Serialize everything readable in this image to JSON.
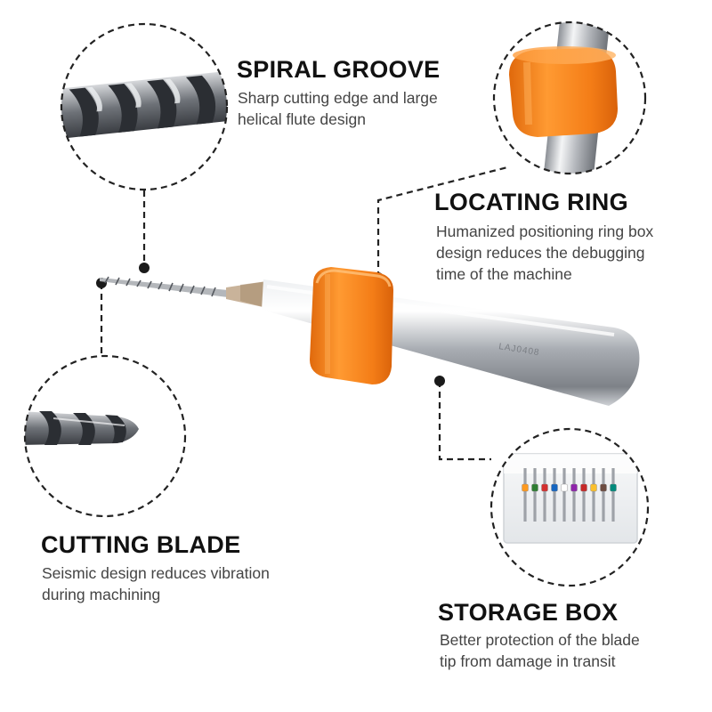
{
  "features": {
    "spiral_groove": {
      "title": "SPIRAL GROOVE",
      "lines": [
        "Sharp cutting edge and large",
        "helical flute design"
      ]
    },
    "locating_ring": {
      "title": "LOCATING RING",
      "lines": [
        "Humanized positioning ring box",
        "design reduces the debugging",
        "time of the machine"
      ]
    },
    "cutting_blade": {
      "title": "CUTTING BLADE",
      "lines": [
        "Seismic design reduces vibration",
        "during machining"
      ]
    },
    "storage_box": {
      "title": "STORAGE BOX",
      "lines": [
        "Better protection of the blade",
        "tip from damage in transit"
      ]
    }
  },
  "product": {
    "shank_marking": "LAJ0408"
  },
  "colors": {
    "ring_orange": "#f7821e",
    "callout_line": "#222222",
    "shank_steel": "#b9bcc1"
  },
  "storage_box": {
    "bit_ring_colors": [
      "#ff9a1f",
      "#2e7d32",
      "#d32f2f",
      "#1565c0",
      "#ffffff",
      "#8e24aa",
      "#c62828",
      "#fbc02d",
      "#6d4c41",
      "#00897b"
    ]
  }
}
